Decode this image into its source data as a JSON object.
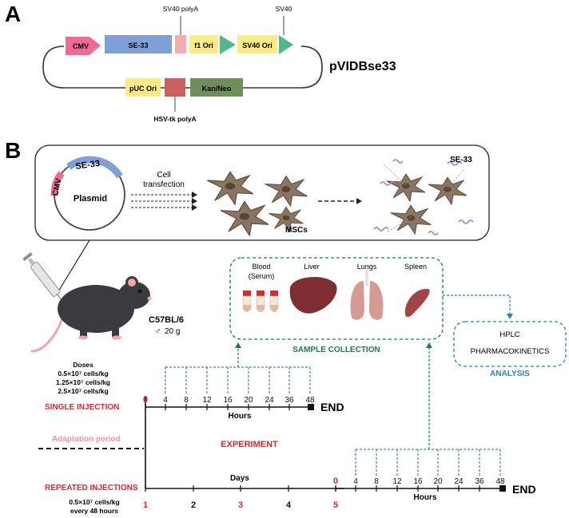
{
  "panel_a": {
    "letter": "A",
    "plasmid_name": "pVIDBse33",
    "elements": {
      "cmv": "CMV",
      "se33": "SE-33",
      "f1_ori": "f1 Ori",
      "sv40_ori": "SV40 Ori",
      "puc_ori": "pUC Ori",
      "kan_neo": "Kan/Neo"
    },
    "callouts": {
      "sv40_polya": "SV40 polyA",
      "sv40": "SV40",
      "hsv_tk_polya": "HSV-tk polyA"
    },
    "colors": {
      "cmv": "#f06a94",
      "se33": "#7f9fd8",
      "f1_ori": "#fbeb86",
      "sv40_ori": "#fbeb86",
      "puc_ori": "#fbeb86",
      "kan_neo": "#6f8e5a",
      "hsv_tk_polya": "#c9625f",
      "sv40_polya": "#f6aab1",
      "triangle": "#4cba8c"
    }
  },
  "panel_b": {
    "letter": "B",
    "plasmid_box": {
      "cmv": "CMV",
      "se33": "SE-33",
      "plasmid": "Plasmid",
      "transfection_line1": "Cell",
      "transfection_line2": "transfection",
      "mscs": "MSCs",
      "se33_secreted": "SE-33"
    },
    "mouse": {
      "strain": "C57BL/6",
      "sex_symbol": "♂",
      "weight": "20 g"
    },
    "doses": {
      "title": "Doses",
      "d1": "0.5×10⁷ cells/kg",
      "d2": "1.25×10⁷ cells/kg",
      "d3": "2.5×10⁷ cells/kg"
    },
    "sample_collection": {
      "title": "SAMPLE COLLECTION",
      "blood_line1": "Blood",
      "blood_line2": "(Serum)",
      "liver": "Liver",
      "lungs": "Lungs",
      "spleen": "Spleen"
    },
    "analysis": {
      "hplc": "HPLC",
      "pharmacokinetics": "PHARMACOKINETICS",
      "title": "ANALYSIS"
    },
    "timeline": {
      "single_injection": "SINGLE INJECTION",
      "adaptation_period": "Adaptation period",
      "experiment": "EXPERIMENT",
      "repeated_injections": "REPEATED INJECTIONS",
      "repeated_dose_line1": "0.5×10⁷ cells/kg",
      "repeated_dose_line2": "every 48 hours",
      "hours_label": "Hours",
      "days_label": "Days",
      "end_label": "END",
      "hour_ticks": [
        "0",
        "4",
        "8",
        "12",
        "16",
        "20",
        "24",
        "36",
        "48"
      ],
      "day_ticks": [
        "1",
        "2",
        "3",
        "4",
        "5"
      ],
      "injection_days": [
        "1",
        "3",
        "5"
      ]
    },
    "colors": {
      "red": "#e3262d",
      "pink_label": "#ef8fb2",
      "green": "#1b7f45",
      "blue": "#2a83b5",
      "cell": "#8a7462",
      "mouse": "#3a3a3f",
      "liver": "#7e2e2e",
      "spleen": "#a34448",
      "lungs": "#d69a93",
      "protein": "#9d7fd4"
    }
  }
}
